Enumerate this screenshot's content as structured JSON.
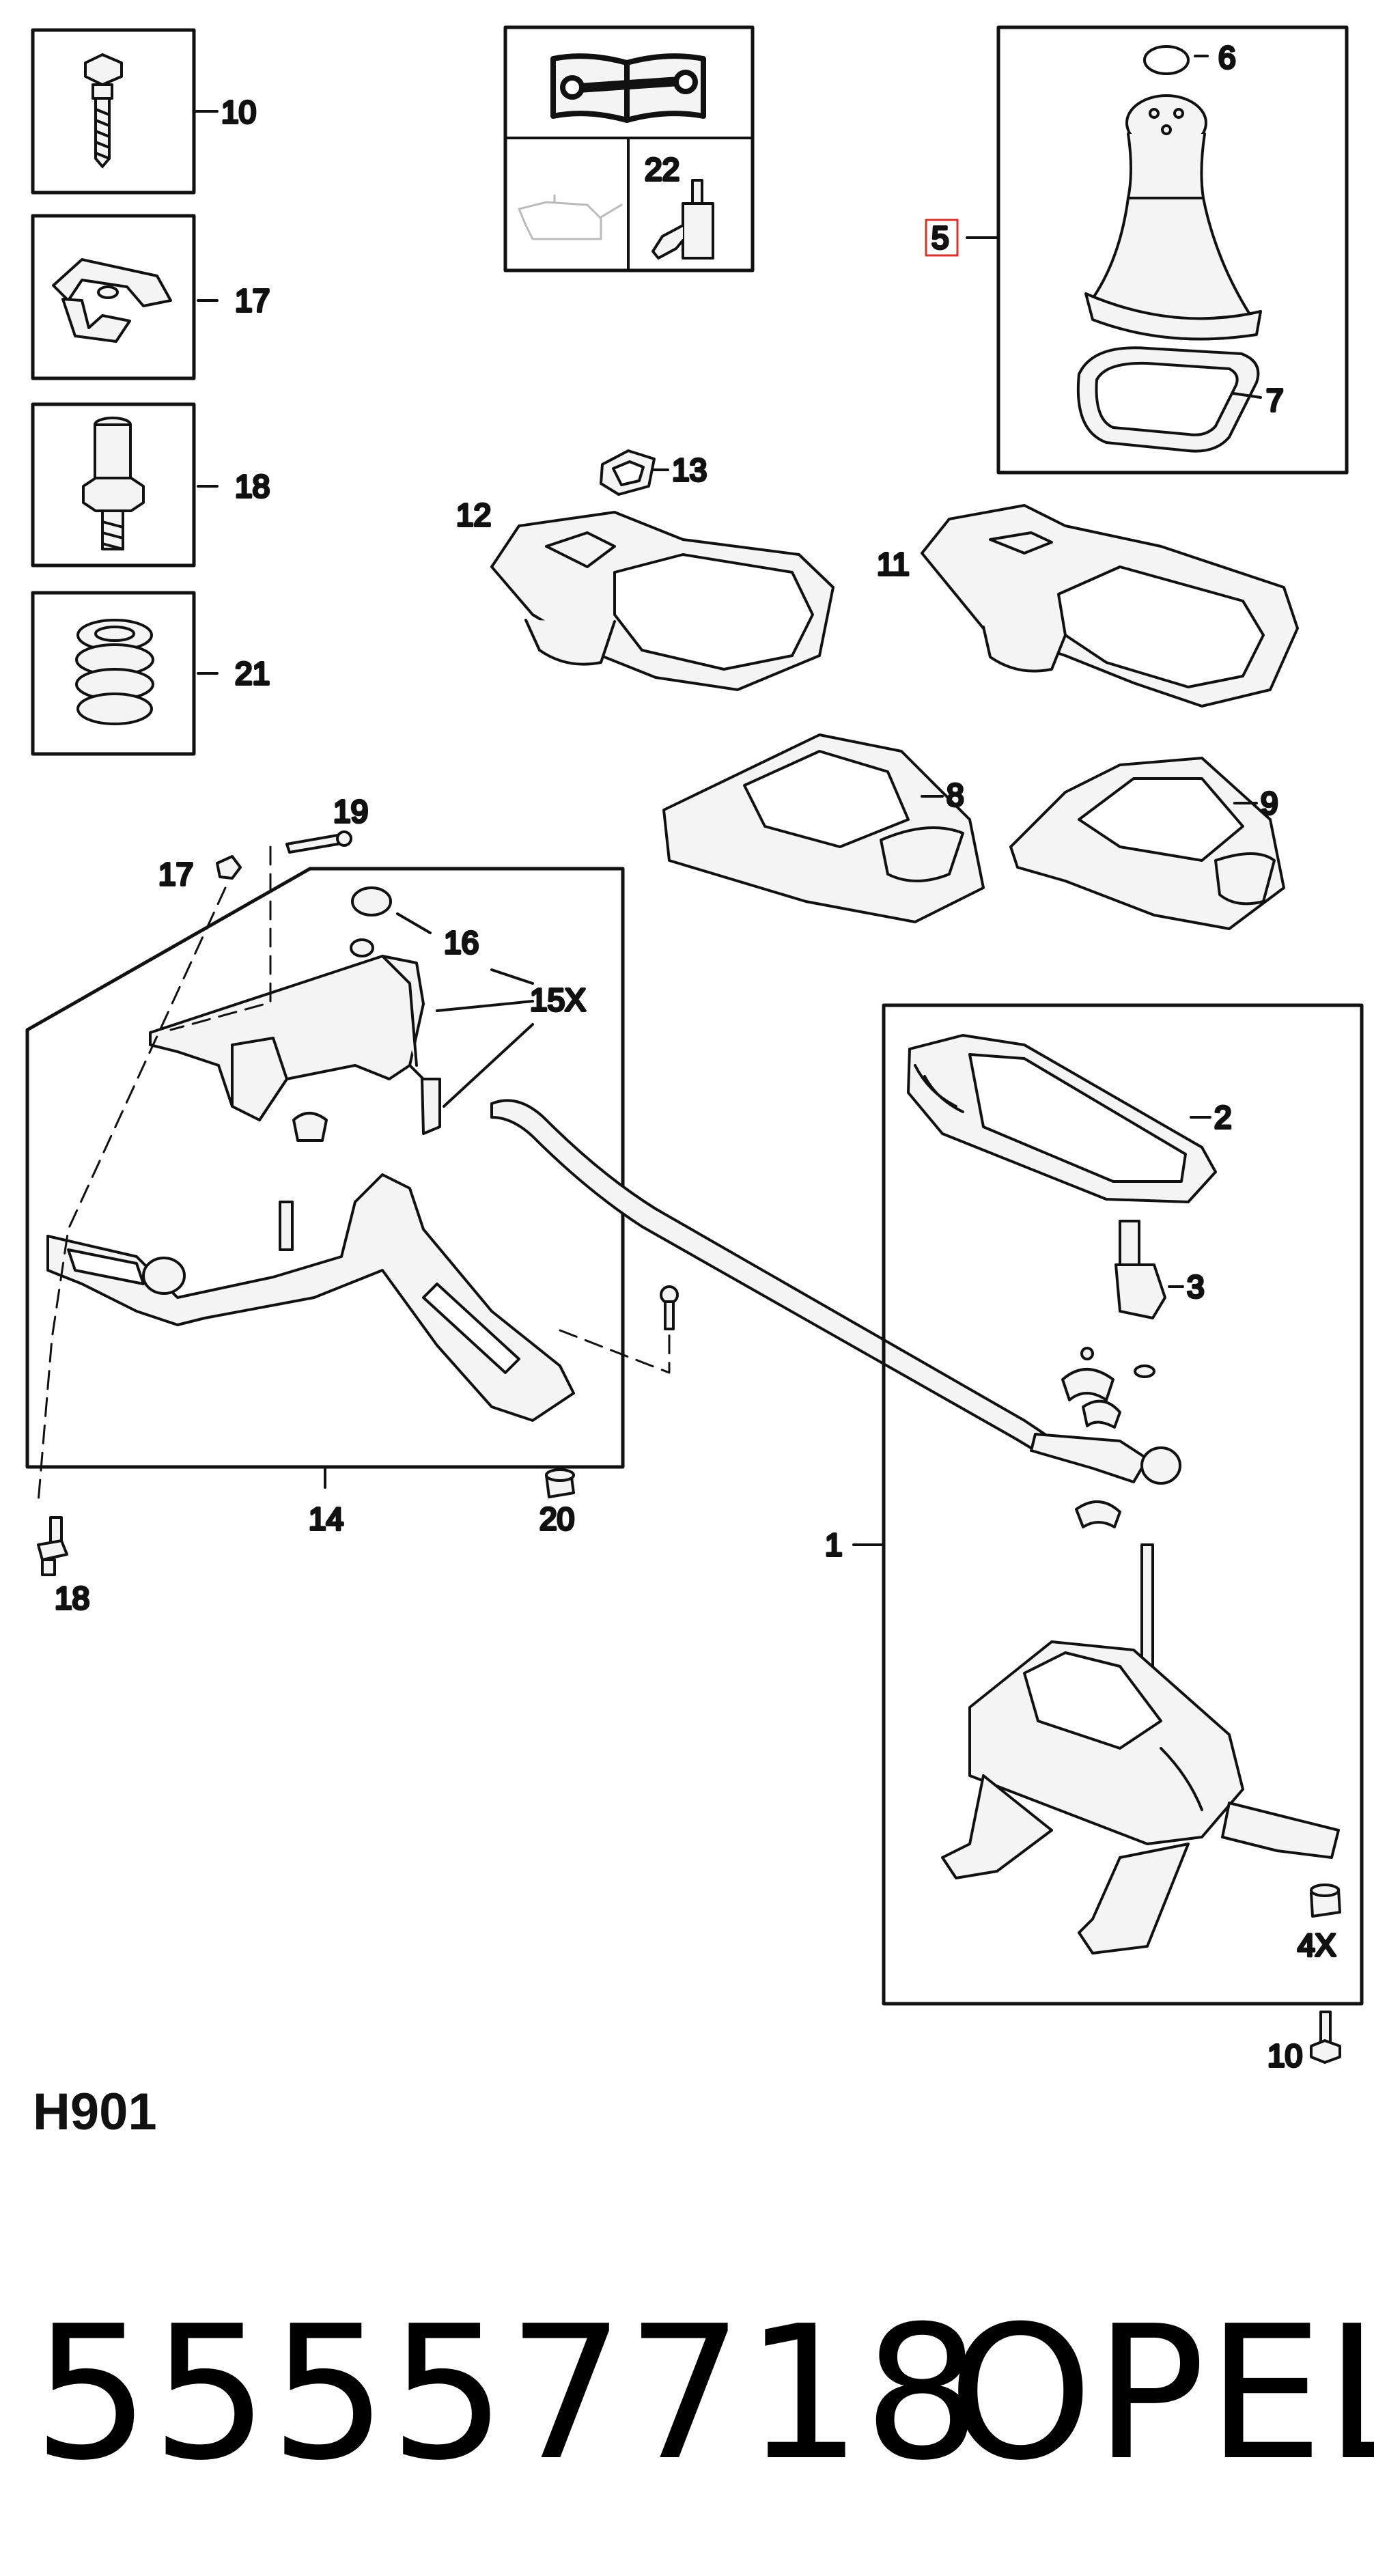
{
  "diagram": {
    "callouts": {
      "c1": "1",
      "c2": "2",
      "c3": "3",
      "c4x": "4X",
      "c5": "5",
      "c6": "6",
      "c7": "7",
      "c8": "8",
      "c9": "9",
      "c10a": "10",
      "c10b": "10",
      "c11": "11",
      "c12": "12",
      "c13": "13",
      "c14": "14",
      "c15x": "15X",
      "c16": "16",
      "c17a": "17",
      "c17b": "17",
      "c18a": "18",
      "c18b": "18",
      "c19": "19",
      "c20": "20",
      "c21": "21",
      "c22": "22"
    },
    "highlight_color": "#d9342b",
    "line_color": "#111111",
    "part_fill": "#f4f4f4"
  },
  "section_code": "H901",
  "part_number": "55557718",
  "brand": "OPEL"
}
